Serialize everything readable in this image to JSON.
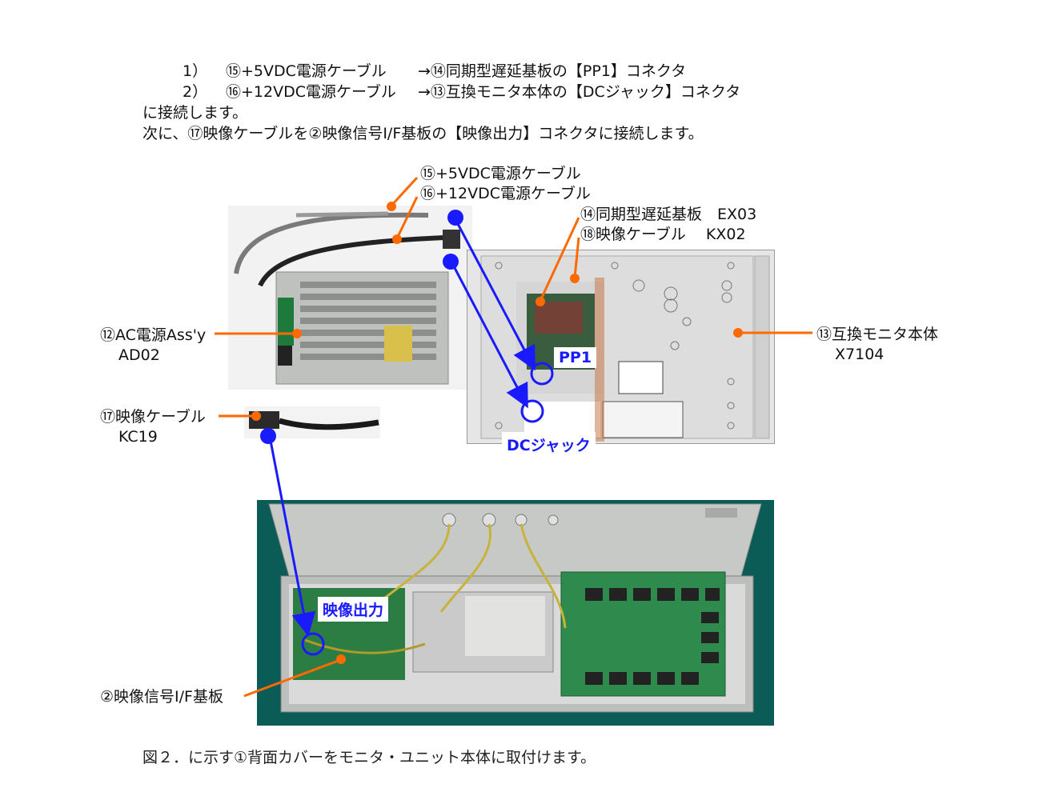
{
  "instructions": {
    "line1_num": "1）",
    "line1_item": "⑮+5VDC電源ケーブル",
    "line1_target": "→⑭同期型遅延基板の【PP1】コネクタ",
    "line2_num": "2）",
    "line2_item": "⑯+12VDC電源ケーブル",
    "line2_target": "→⑬互換モニタ本体の【DCジャック】コネクタ",
    "line3": "に接続します。",
    "line4": "次に、⑰映像ケーブルを②映像信号I/F基板の【映像出力】コネクタに接続します。"
  },
  "labels": {
    "cable5v": "⑮+5VDC電源ケーブル",
    "cable12v": "⑯+12VDC電源ケーブル",
    "delay_board": "⑭同期型遅延基板　EX03",
    "video_cable18": "⑱映像ケーブル　 KX02",
    "ac_power": "⑫AC電源Ass'y",
    "ac_power_code": "AD02",
    "monitor": "⑬互換モニタ本体",
    "monitor_code": "X7104",
    "video_cable17": "⑰映像ケーブル",
    "video_cable17_code": "KC19",
    "if_board": "②映像信号I/F基板"
  },
  "tags": {
    "pp1": "PP1",
    "dc_jack": "DCジャック",
    "video_out": "映像出力"
  },
  "caption": "図２．に示す①背面カバーをモニタ・ユニット本体に取付けます。",
  "colors": {
    "leader_orange": "#ff6a00",
    "arrow_blue": "#1a1aff",
    "pcb_green": "#2e7d4f",
    "metal": "#c9cbc9"
  }
}
